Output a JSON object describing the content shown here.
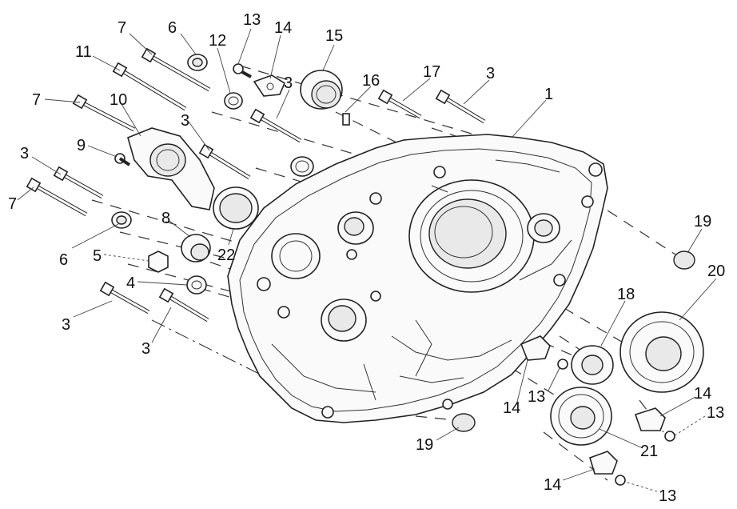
{
  "diagram": {
    "callouts": [
      {
        "id": "c7a",
        "text": "7"
      },
      {
        "id": "c6a",
        "text": "6"
      },
      {
        "id": "c13a",
        "text": "13"
      },
      {
        "id": "c14a",
        "text": "14"
      },
      {
        "id": "c15",
        "text": "15"
      },
      {
        "id": "c12",
        "text": "12"
      },
      {
        "id": "c11",
        "text": "11"
      },
      {
        "id": "c3a",
        "text": "3"
      },
      {
        "id": "c16",
        "text": "16"
      },
      {
        "id": "c17",
        "text": "17"
      },
      {
        "id": "c3b",
        "text": "3"
      },
      {
        "id": "c1",
        "text": "1"
      },
      {
        "id": "c7b",
        "text": "7"
      },
      {
        "id": "c10",
        "text": "10"
      },
      {
        "id": "c3c",
        "text": "3"
      },
      {
        "id": "c9",
        "text": "9"
      },
      {
        "id": "c3d",
        "text": "3"
      },
      {
        "id": "c7c",
        "text": "7"
      },
      {
        "id": "c8",
        "text": "8"
      },
      {
        "id": "c6b",
        "text": "6"
      },
      {
        "id": "c22",
        "text": "22"
      },
      {
        "id": "c5",
        "text": "5"
      },
      {
        "id": "c4",
        "text": "4"
      },
      {
        "id": "c3e",
        "text": "3"
      },
      {
        "id": "c3f",
        "text": "3"
      },
      {
        "id": "c19a",
        "text": "19"
      },
      {
        "id": "c20",
        "text": "20"
      },
      {
        "id": "c18",
        "text": "18"
      },
      {
        "id": "c13b",
        "text": "13"
      },
      {
        "id": "c14b",
        "text": "14"
      },
      {
        "id": "c14c",
        "text": "14"
      },
      {
        "id": "c13c",
        "text": "13"
      },
      {
        "id": "c19b",
        "text": "19"
      },
      {
        "id": "c21",
        "text": "21"
      },
      {
        "id": "c14d",
        "text": "14"
      },
      {
        "id": "c13d",
        "text": "13"
      }
    ]
  }
}
